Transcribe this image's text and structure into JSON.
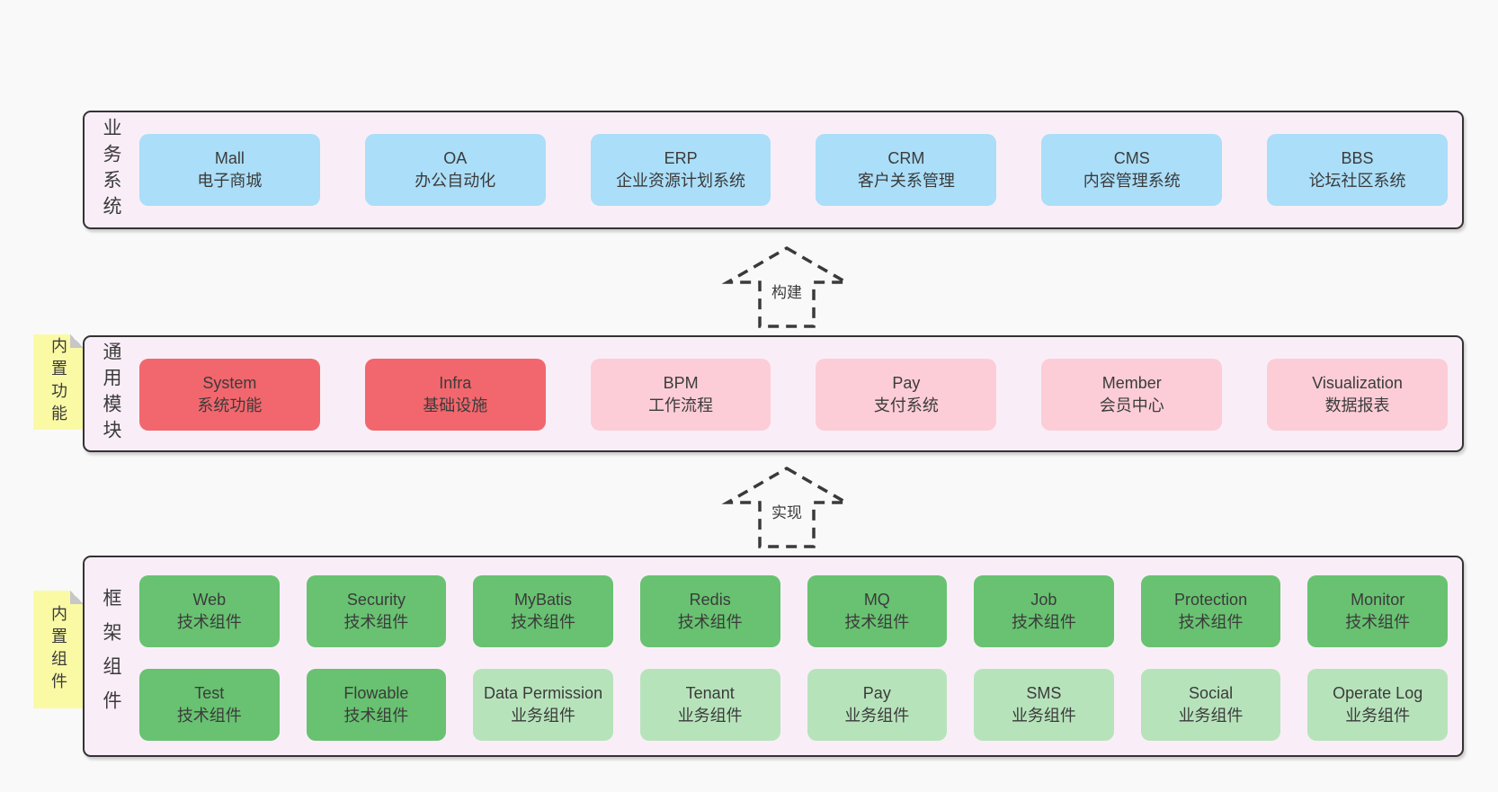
{
  "colors": {
    "page_bg": "#f9f9f9",
    "band_bg": "#f9eef7",
    "band_border": "#333333",
    "blue_box": "#abdef8",
    "red_box": "#f2676d",
    "pink_box": "#fccdd7",
    "green_box": "#68c271",
    "light_green_box": "#b7e3bb",
    "sticky_bg": "#fafaa5",
    "text": "#3b3b3b"
  },
  "arrows": [
    {
      "label": "构建"
    },
    {
      "label": "实现"
    }
  ],
  "bands": [
    {
      "label": "业务系统",
      "boxes": [
        {
          "name": "Mall",
          "desc": "电子商城",
          "variant": "blue"
        },
        {
          "name": "OA",
          "desc": "办公自动化",
          "variant": "blue"
        },
        {
          "name": "ERP",
          "desc": "企业资源计划系统",
          "variant": "blue"
        },
        {
          "name": "CRM",
          "desc": "客户关系管理",
          "variant": "blue"
        },
        {
          "name": "CMS",
          "desc": "内容管理系统",
          "variant": "blue"
        },
        {
          "name": "BBS",
          "desc": "论坛社区系统",
          "variant": "blue"
        }
      ]
    },
    {
      "label": "通用模块",
      "sticky": "内置功能",
      "boxes": [
        {
          "name": "System",
          "desc": "系统功能",
          "variant": "red"
        },
        {
          "name": "Infra",
          "desc": "基础设施",
          "variant": "red"
        },
        {
          "name": "BPM",
          "desc": "工作流程",
          "variant": "pink"
        },
        {
          "name": "Pay",
          "desc": "支付系统",
          "variant": "pink"
        },
        {
          "name": "Member",
          "desc": "会员中心",
          "variant": "pink"
        },
        {
          "name": "Visualization",
          "desc": "数据报表",
          "variant": "pink"
        }
      ]
    },
    {
      "label": "框架组件",
      "sticky": "内置组件",
      "boxes": [
        {
          "name": "Web",
          "desc": "技术组件",
          "variant": "green"
        },
        {
          "name": "Security",
          "desc": "技术组件",
          "variant": "green"
        },
        {
          "name": "MyBatis",
          "desc": "技术组件",
          "variant": "green"
        },
        {
          "name": "Redis",
          "desc": "技术组件",
          "variant": "green"
        },
        {
          "name": "MQ",
          "desc": "技术组件",
          "variant": "green"
        },
        {
          "name": "Job",
          "desc": "技术组件",
          "variant": "green"
        },
        {
          "name": "Protection",
          "desc": "技术组件",
          "variant": "green"
        },
        {
          "name": "Monitor",
          "desc": "技术组件",
          "variant": "green"
        },
        {
          "name": "Test",
          "desc": "技术组件",
          "variant": "green"
        },
        {
          "name": "Flowable",
          "desc": "技术组件",
          "variant": "green"
        },
        {
          "name": "Data Permission",
          "desc": "业务组件",
          "variant": "green-light"
        },
        {
          "name": "Tenant",
          "desc": "业务组件",
          "variant": "green-light"
        },
        {
          "name": "Pay",
          "desc": "业务组件",
          "variant": "green-light"
        },
        {
          "name": "SMS",
          "desc": "业务组件",
          "variant": "green-light"
        },
        {
          "name": "Social",
          "desc": "业务组件",
          "variant": "green-light"
        },
        {
          "name": "Operate Log",
          "desc": "业务组件",
          "variant": "green-light"
        }
      ]
    }
  ]
}
